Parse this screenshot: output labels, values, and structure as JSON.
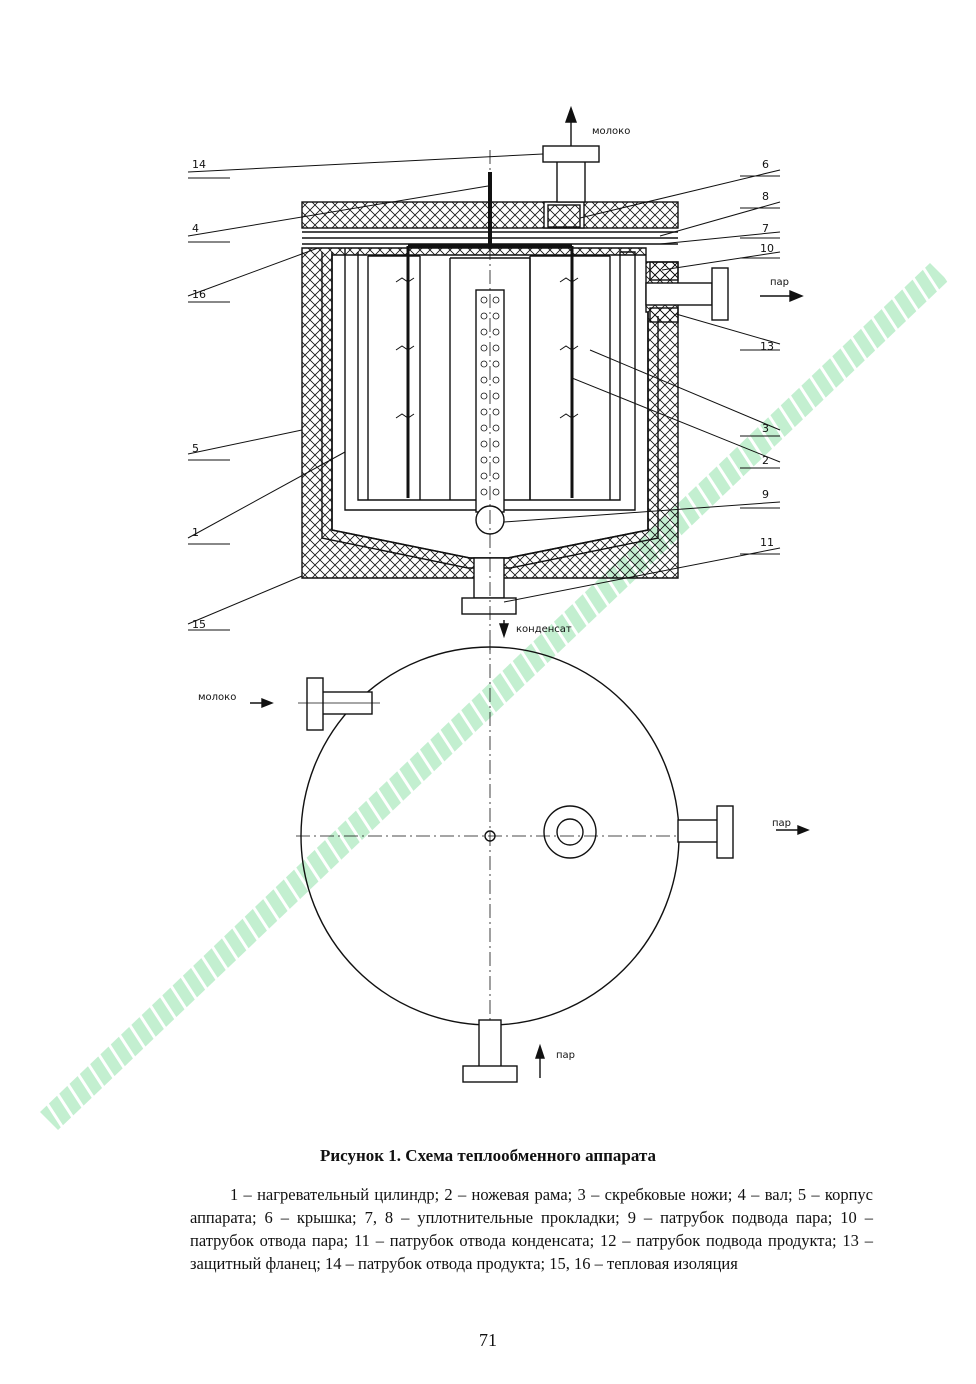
{
  "callouts": [
    "14",
    "4",
    "16",
    "5",
    "1",
    "15",
    "6",
    "8",
    "7",
    "10",
    "13",
    "3",
    "2",
    "9",
    "11"
  ],
  "flow_labels": {
    "milk_out": "молоко",
    "steam_side": "пар",
    "condensate": "конденсат",
    "milk_in": "молоко",
    "steam_top_view_right": "пар",
    "steam_top_view_bottom": "пар"
  },
  "caption": "Рисунок 1. Схема теплообменного аппарата",
  "legend": "1 – нагревательный цилиндр; 2 – ножевая рама; 3 – скребковые ножи; 4 – вал; 5 – корпус аппарата; 6 – крышка; 7, 8 – уплотнительные прокладки; 9 – патрубок подвода пара; 10 – патрубок отвода пара; 11 – патрубок отвода конденсата; 12 – патрубок подвода продукта; 13 – защитный фланец; 14 – патрубок отвода продукта; 15, 16 – тепловая изоляция",
  "page_number": "71",
  "colors": {
    "line": "#111111",
    "watermark": "#b8ecc8"
  }
}
